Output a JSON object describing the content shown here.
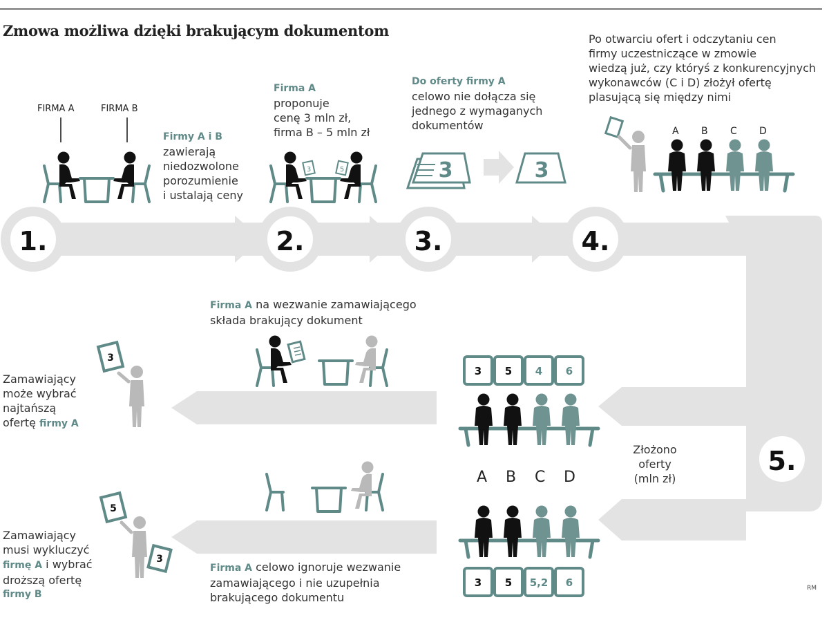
{
  "title": "Zmowa możliwa dzięki brakującym dokumentom",
  "steps": [
    "1.",
    "2.",
    "3.",
    "4.",
    "5."
  ],
  "step1": {
    "label_a": "FIRMA A",
    "label_b": "FIRMA B",
    "highlight": "Firmy A i B",
    "text": [
      "zawierają",
      "niedozwolone",
      "porozumienie",
      "i ustalają ceny"
    ]
  },
  "step2": {
    "highlight": "Firma A",
    "text": [
      "proponuje",
      "cenę 3 mln zł,",
      "firma B – 5 mln zł"
    ],
    "card_a": "3",
    "card_b": "5"
  },
  "step3": {
    "highlight": "Do oferty firmy A",
    "text": [
      "celowo nie dołącza się",
      "jednego z wymaganych",
      "dokumentów"
    ],
    "doc_value": "3"
  },
  "step4": {
    "text": [
      "Po otwarciu ofert i odczytaniu cen",
      "firmy uczestniczące w zmowie",
      "wiedzą już, czy któryś z konkurencyjnych",
      "wykonawców (C i D) złożył ofertę",
      "plasującą się między nimi"
    ],
    "bidders": [
      "A",
      "B",
      "C",
      "D"
    ]
  },
  "step5": {
    "label": [
      "Złożono",
      "oferty",
      "(mln zł)"
    ],
    "bidders": [
      "A",
      "B",
      "C",
      "D"
    ],
    "offers_top": [
      "3",
      "5",
      "4",
      "6"
    ],
    "offers_bottom": [
      "3",
      "5",
      "5,2",
      "6"
    ]
  },
  "scenario_a": {
    "highlight": "Firma A",
    "text_rest": " na wezwanie zamawiającego",
    "text_line2": "składa brakujący dokument",
    "result": [
      "Zamawiający",
      "może wybrać",
      "najtańszą"
    ],
    "result_last": "ofertę ",
    "result_highlight": "firmy A",
    "card": "3"
  },
  "scenario_b": {
    "highlight": "Firma A",
    "text_rest": " celowo ignoruje wezwanie",
    "text_line2": "zamawiającego i nie uzupełnia",
    "text_line3": "brakującego dokumentu",
    "result_l1": "Zamawiający",
    "result_l2": "musi wykluczyć",
    "result_hl1": "firmę A",
    "result_l3_rest": " i wybrać",
    "result_l4": "droższą ofertę",
    "result_hl2": "firmy B",
    "card_front": "5",
    "card_back": "3"
  },
  "credit": "RM",
  "colors": {
    "accent": "#5f8a88",
    "gray": "#b9b9b9",
    "band": "#e3e3e3",
    "dark": "#111111"
  }
}
